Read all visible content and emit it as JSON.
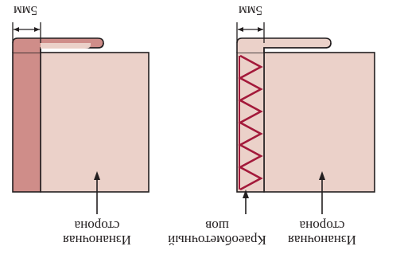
{
  "figure": {
    "orientation_note": "",
    "left_panel": {
      "face_label_line1": "Изнаночная",
      "face_label_line2": "сторона",
      "seam_allowance_label": "5мм"
    },
    "right_panel": {
      "face_label_line1": "Изнаночная",
      "face_label_line2": "сторона",
      "stitch_label_line1": "Краеобметочный",
      "stitch_label_line2": "шов",
      "seam_allowance_label": "5мм"
    }
  },
  "colors": {
    "fabric_light": "#ebd1c9",
    "fabric_dark": "#cf8d89",
    "outline": "#231f20",
    "stitch": "#a3193a"
  }
}
